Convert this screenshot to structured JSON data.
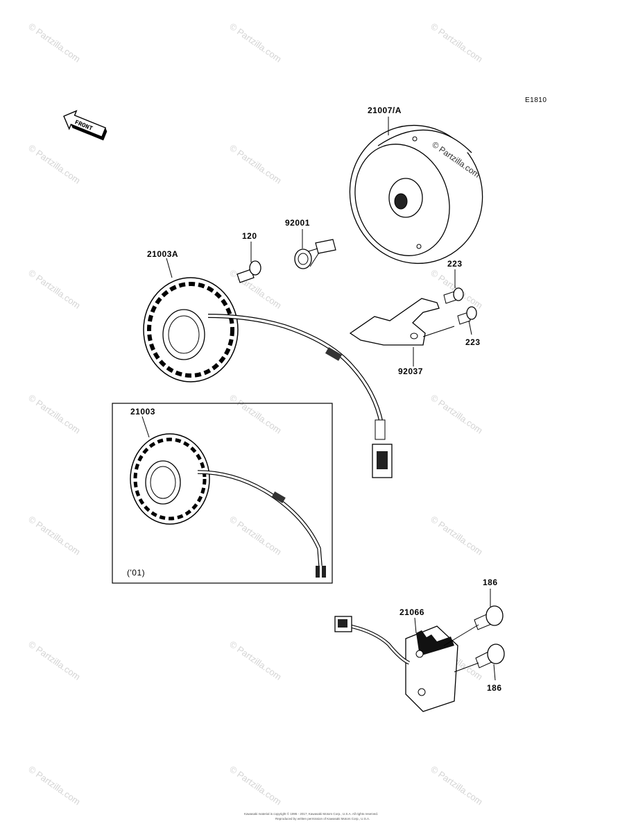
{
  "diagram": {
    "code": "E1810",
    "front_label": "FRONT",
    "inset_note": "('01)",
    "watermark": "© Partzilla.com",
    "copyright_line1": "Kawasaki material is copyright © 1995 - 2017, Kawasaki Motors Corp., U.S.A. All rights reserved.",
    "copyright_line2": "Reproduced by written permission of Kawasaki Motors Corp., U.S.A.",
    "parts": {
      "flywheel": "21007/A",
      "bolt_92001": "92001",
      "bolt_120": "120",
      "stator_main": "21003A",
      "stator_inset": "21003",
      "screw_223_upper": "223",
      "screw_223_lower": "223",
      "bracket": "92037",
      "regulator": "21066",
      "bolt_186_upper": "186",
      "bolt_186_lower": "186"
    }
  }
}
